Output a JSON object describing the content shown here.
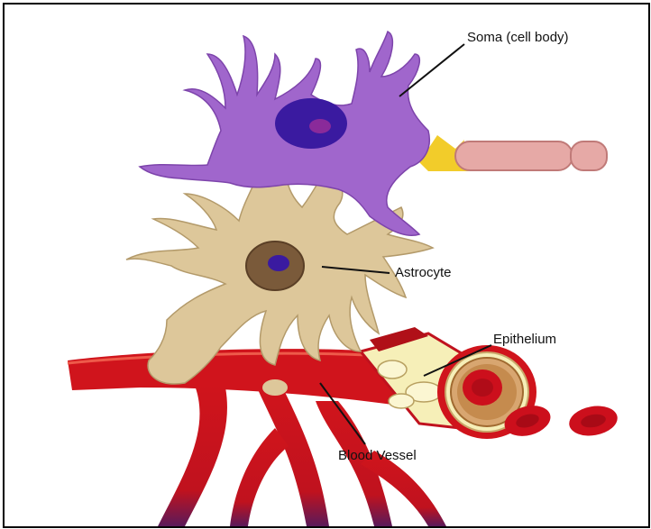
{
  "labels": {
    "soma": "Soma (cell body)",
    "astrocyte": "Astrocyte",
    "epithelium": "Epithelium",
    "blood_vessel": "Blood Vessel"
  },
  "colors": {
    "neuron_body": "#a066cc",
    "neuron_nucleus": "#3a1aa0",
    "astrocyte_body": "#ddc79a",
    "astrocyte_nucleus": "#7a5a3a",
    "vessel": "#d0141c",
    "vessel_dark": "#8a0a2a",
    "axon_myelin": "#e6a9a6",
    "axon_hillock": "#f2cc2a",
    "epithelium": "#f6efb8",
    "red_blood_cell": "#cc0f1c"
  },
  "icons": {
    "soma": "neuron-cell",
    "astrocyte": "astrocyte-cell",
    "vessel": "blood-vessel",
    "rbc": "red-blood-cell"
  }
}
